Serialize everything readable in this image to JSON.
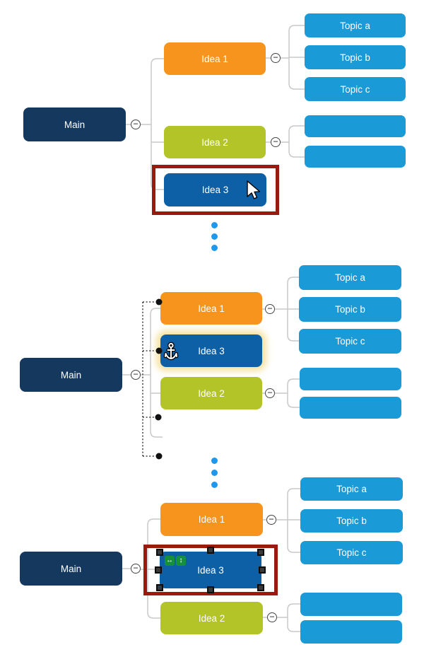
{
  "app": "mind-map drag and drop tutorial (3-step sequence)",
  "colors": {
    "main_node": "#15395E",
    "idea1_node": "#F7941E",
    "idea2_node": "#B2C428",
    "idea3_node": "#0D60A6",
    "topic_node": "#1A9AD7",
    "connector": "#C9C9C9",
    "selection_frame_red": "#9A1A10",
    "insertion_dot_black": "#111111",
    "separator_dot_blue": "#1E97EF",
    "resize_icon_green": "#15913B",
    "drag_glow": "#F3E09E"
  },
  "icons": {
    "collapse_glyph": "−",
    "resize_horizontal_glyph": "↔",
    "resize_vertical_glyph": "↕"
  },
  "panel1": {
    "main_label": "Main",
    "idea1_label": "Idea 1",
    "idea2_label": "Idea 2",
    "idea3_label": "Idea 3",
    "topic_a_label": "Topic a",
    "topic_b_label": "Topic b",
    "topic_c_label": "Topic c"
  },
  "panel2": {
    "main_label": "Main",
    "idea1_label": "Idea 1",
    "idea3_label": "Idea 3",
    "idea2_label": "Idea 2",
    "topic_a_label": "Topic a",
    "topic_b_label": "Topic b",
    "topic_c_label": "Topic c"
  },
  "panel3": {
    "main_label": "Main",
    "idea1_label": "Idea 1",
    "idea3_label": "Idea 3",
    "idea2_label": "Idea 2",
    "topic_a_label": "Topic a",
    "topic_b_label": "Topic b",
    "topic_c_label": "Topic c"
  }
}
